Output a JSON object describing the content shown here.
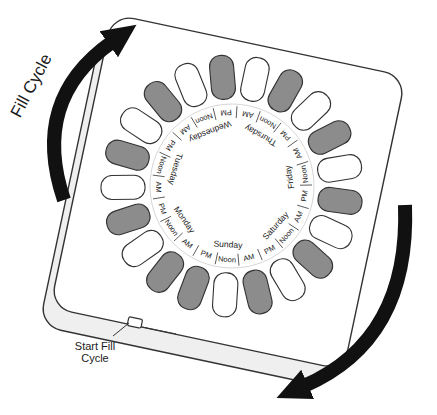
{
  "diagram": {
    "labels": [
      "Fill Cycle",
      "Start Fill Cycle",
      "Monday",
      "AM",
      "Noon",
      "PM",
      "Tuesday",
      "AM",
      "Noon",
      "PM",
      "Wednesday",
      "AM",
      "Noon",
      "PM",
      "Thursday",
      "AM",
      "Noon",
      "PM",
      "Friday",
      "AM",
      "Noon",
      "PM",
      "Saturday",
      "AM",
      "Noon",
      "PM",
      "Sunday",
      "AM",
      "Noon",
      "PM"
    ]
  }
}
